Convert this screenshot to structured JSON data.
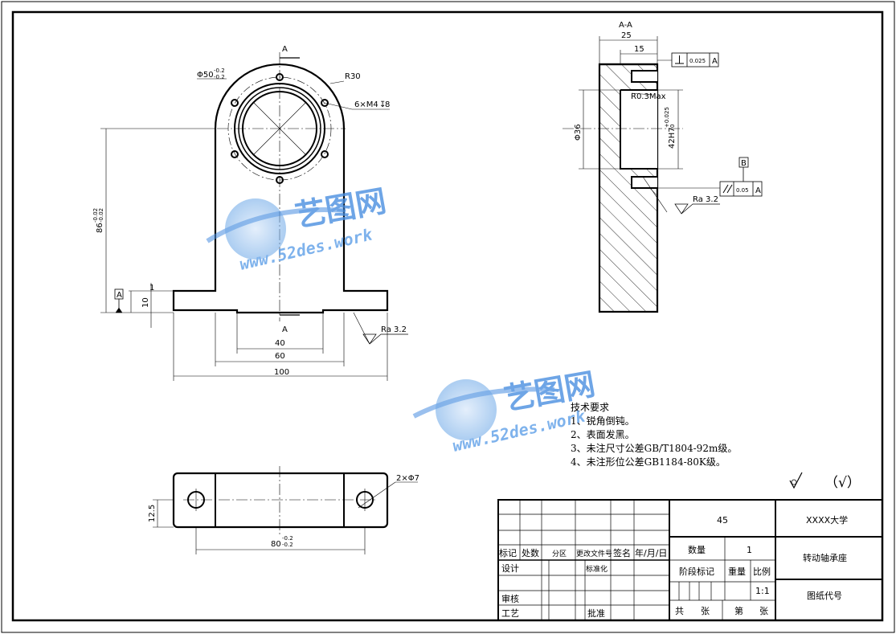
{
  "front_view": {
    "section_mark_top": "A",
    "section_mark_bottom": "A",
    "dim_diameter": "Φ50",
    "dim_diameter_tol_upper": "-0.2",
    "dim_diameter_tol_lower": "-0.2",
    "dim_radius": "R30",
    "dim_holes": "6×M4",
    "dim_hole_depth": "8",
    "dim_height": "86",
    "dim_height_tol": "-0.02",
    "dim_height_tol2": "-0.02",
    "datum_letter": "A",
    "dim_base_thickness": "10",
    "dim_step": "1",
    "dim_40": "40",
    "dim_60": "60",
    "dim_100": "100",
    "roughness": "Ra 3.2"
  },
  "section_view": {
    "title": "A-A",
    "dim_25": "25",
    "dim_15": "15",
    "perp_tol": "0.025",
    "perp_datum": "A",
    "radius_note": "R0.3Max",
    "dim_36": "Φ36",
    "dim_42": "42H7",
    "dim_42_tol": "+0.025",
    "dim_42_tol2": "0",
    "datum_b": "B",
    "parallel_tol": "0.05",
    "parallel_datum": "A",
    "roughness": "Ra 3.2"
  },
  "top_view": {
    "dim_holes": "2×Φ7",
    "dim_12_5": "12.5",
    "dim_80": "80",
    "dim_80_tol_upper": "-0.2",
    "dim_80_tol_lower": "-0.2"
  },
  "tech_req": {
    "title": "技术要求",
    "items": [
      "1、锐角倒钝。",
      "2、表面发黑。",
      "3、未注尺寸公差GB/T1804-92m级。",
      "4、未注形位公差GB1184-80K级。"
    ]
  },
  "surface_note": "（√）",
  "title_block": {
    "material": "45",
    "school": "XXXX大学",
    "part_name": "转动轴承座",
    "drawing_no_label": "图纸代号",
    "qty_label": "数量",
    "qty_value": "1",
    "stage_label": "阶段标记",
    "weight_label": "重量",
    "scale_label": "比例",
    "scale_value": "1:1",
    "sheets_total_label": "共",
    "sheets_unit": "张",
    "sheet_no_label": "第",
    "sheet_no_unit": "张",
    "row_headers": [
      "标记",
      "处数",
      "分区",
      "更改文件号",
      "签名",
      "年/月/日"
    ],
    "design_label": "设计",
    "standard_label": "标准化",
    "review_label": "审核",
    "process_label": "工艺",
    "approve_label": "批准"
  },
  "watermark": {
    "brand": "艺图网",
    "url": "www.52des.work"
  }
}
